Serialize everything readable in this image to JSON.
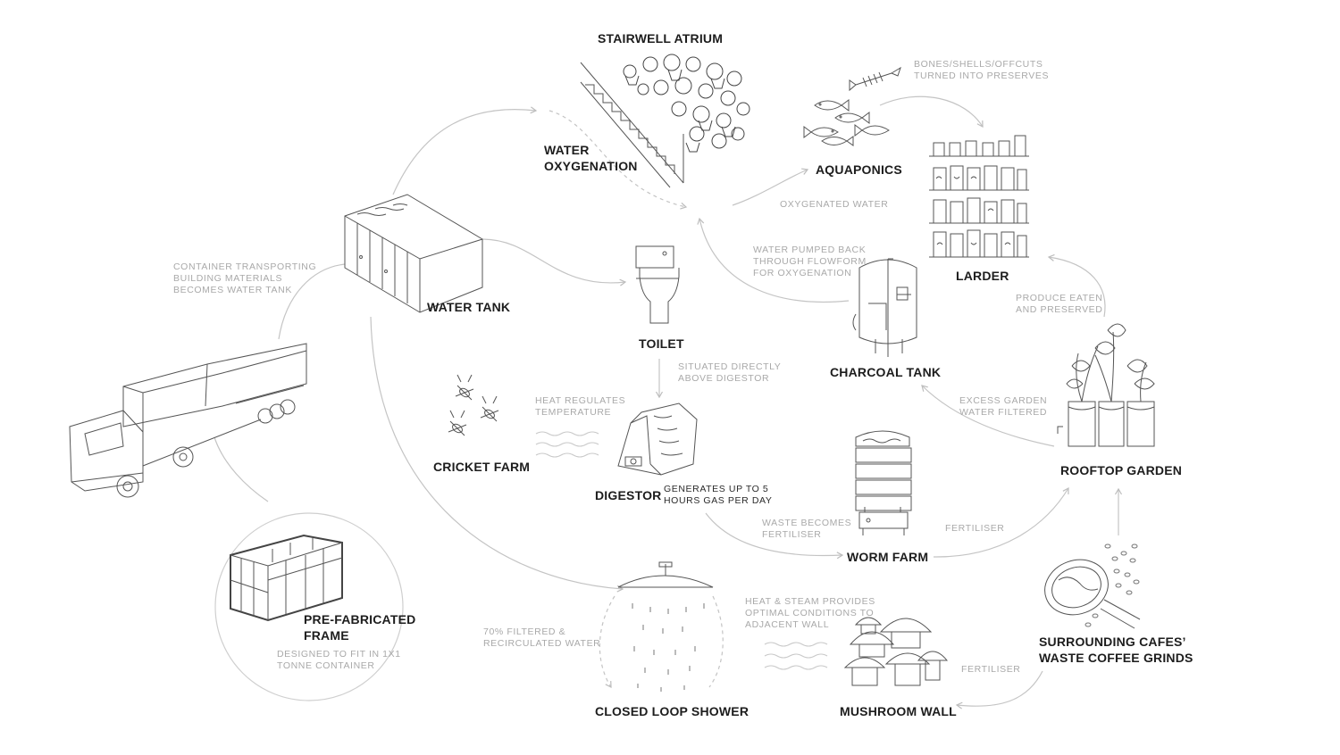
{
  "nodes": {
    "stairwell_atrium": "STAIRWELL ATRIUM",
    "water_oxygenation": [
      "WATER",
      "OXYGENATION"
    ],
    "aquaponics": "AQUAPONICS",
    "larder": "LARDER",
    "water_tank": "WATER TANK",
    "toilet": "TOILET",
    "charcoal_tank": "CHARCOAL TANK",
    "cricket_farm": "CRICKET FARM",
    "digestor": "DIGESTOR",
    "worm_farm": "WORM FARM",
    "rooftop_garden": "ROOFTOP GARDEN",
    "prefab_frame": [
      "PRE-FABRICATED",
      "FRAME"
    ],
    "closed_loop_shower": "CLOSED LOOP SHOWER",
    "mushroom_wall": "MUSHROOM WALL",
    "coffee_grinds": [
      "SURROUNDING CAFES’",
      "WASTE COFFEE GRINDS"
    ]
  },
  "notes": {
    "bones": [
      "BONES/SHELLS/OFFCUTS",
      "TURNED INTO PRESERVES"
    ],
    "oxygenated_water": [
      "OXYGENATED WATER"
    ],
    "water_pumped": [
      "WATER PUMPED BACK",
      "THROUGH FLOWFORM",
      "FOR OXYGENATION"
    ],
    "container_transport": [
      "CONTAINER TRANSPORTING",
      "BUILDING MATERIALS",
      "BECOMES WATER TANK"
    ],
    "produce": [
      "PRODUCE EATEN",
      "AND PRESERVED"
    ],
    "situated": [
      "SITUATED DIRECTLY",
      "ABOVE DIGESTOR"
    ],
    "heat_regulates": [
      "HEAT REGULATES",
      "TEMPERATURE"
    ],
    "excess_garden": [
      "EXCESS GARDEN",
      "WATER FILTERED"
    ],
    "generates": [
      "GENERATES UP TO 5",
      "HOURS GAS PER DAY"
    ],
    "waste_fertiliser": [
      "WASTE BECOMES",
      "FERTILISER"
    ],
    "fertiliser_1": [
      "FERTILISER"
    ],
    "heat_steam": [
      "HEAT & STEAM PROVIDES",
      "OPTIMAL CONDITIONS TO",
      "ADJACENT WALL"
    ],
    "recirculated": [
      "70% FILTERED &",
      "RECIRCULATED WATER"
    ],
    "designed_fit": [
      "DESIGNED TO FIT IN 1X1",
      "TONNE CONTAINER"
    ],
    "fertiliser_2": [
      "FERTILISER"
    ]
  },
  "colors": {
    "ink": "#1d1d1d",
    "line": "#bdbdbd",
    "note": "#a9a9a9",
    "sketch": "#555555"
  }
}
